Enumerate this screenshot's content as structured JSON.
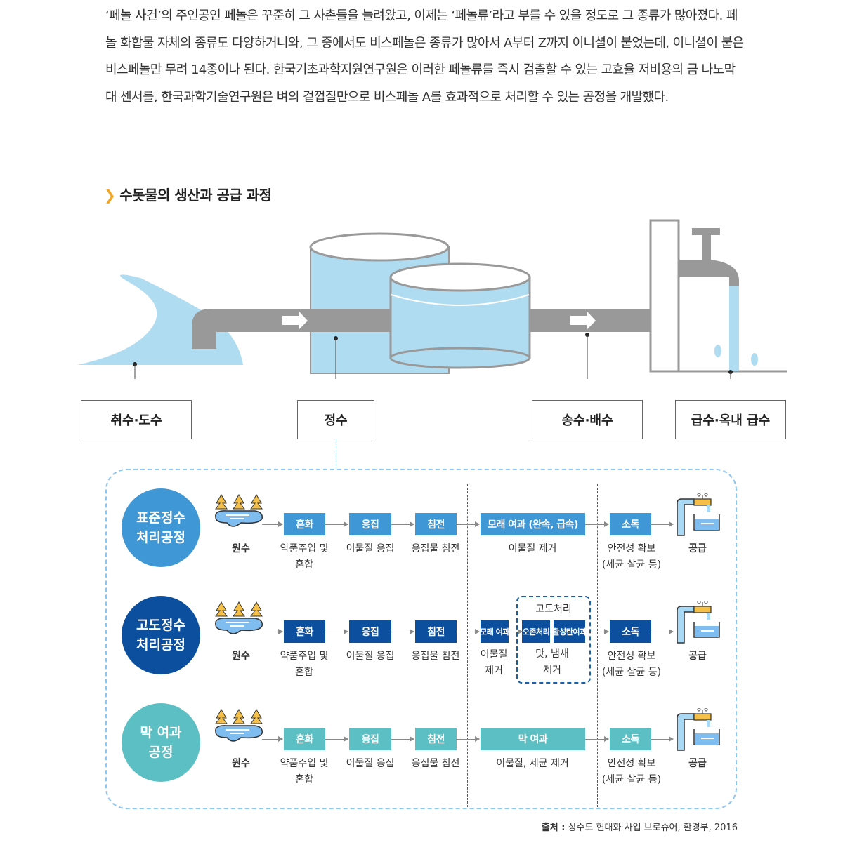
{
  "paragraph": "‘페놀 사건’의 주인공인 페놀은 꾸준히 그 사촌들을 늘려왔고, 이제는 ‘페놀류’라고 부를 수 있을 정도로 그 종류가 많아졌다. 페놀 화합물 자체의 종류도 다양하거니와, 그 중에서도 비스페놀은 종류가 많아서 A부터 Z까지 이니셜이 붙었는데, 이니셜이 붙은 비스페놀만 무려 14종이나 된다. 한국기초과학지원연구원은 이러한 페놀류를 즉시 검출할 수 있는 고효율 저비용의 금 나노막대 센서를, 한국과학기술연구원은 벼의 겉껍질만으로 비스페놀 A를 효과적으로 처리할 수 있는 공정을 개발했다.",
  "section_title": "수돗물의 생산과 공급 과정",
  "stages": [
    "취수·도수",
    "정수",
    "송수·배수",
    "급수·옥내 급수"
  ],
  "colors": {
    "standard": "#3f98d5",
    "advanced": "#0c4f9e",
    "membrane": "#5bbfc3",
    "accent": "#f5a623"
  },
  "rows": [
    {
      "title1": "표준정수",
      "title2": "처리공정",
      "source": "원수",
      "mix": "혼화",
      "coag": "응집",
      "sed": "침전",
      "filter": "모래 여과 (완속, 급속)",
      "dis": "소독",
      "supply": "공급",
      "d_mix1": "약품주입 및",
      "d_mix2": "혼합",
      "d_coag": "이물질 응집",
      "d_sed": "응집물 침전",
      "d_filter": "이물질 제거",
      "d_dis1": "안전성 확보",
      "d_dis2": "(세균 살균 등)"
    },
    {
      "title1": "고도정수",
      "title2": "처리공정",
      "source": "원수",
      "mix": "혼화",
      "coag": "응집",
      "sed": "침전",
      "filter": "모래 여과",
      "ozone": "오존처리",
      "carbon": "활성탄여과",
      "adv_title": "고도처리",
      "dis": "소독",
      "supply": "공급",
      "d_mix1": "약품주입 및",
      "d_mix2": "혼합",
      "d_coag": "이물질 응집",
      "d_sed": "응집물 침전",
      "d_filter1": "이물질",
      "d_filter2": "제거",
      "d_adv1": "맛, 냄새",
      "d_adv2": "제거",
      "d_dis1": "안전성 확보",
      "d_dis2": "(세균 살균 등)"
    },
    {
      "title1": "막 여과",
      "title2": "공정",
      "source": "원수",
      "mix": "혼화",
      "coag": "응집",
      "sed": "침전",
      "filter": "막 여과",
      "dis": "소독",
      "supply": "공급",
      "d_mix1": "약품주입 및",
      "d_mix2": "혼합",
      "d_coag": "이물질 응집",
      "d_sed": "응집물 침전",
      "d_filter": "이물질, 세균 제거",
      "d_dis1": "안전성 확보",
      "d_dis2": "(세균 살균 등)"
    }
  ],
  "source_label": "출처 :",
  "source_text": "상수도 현대화 사업 브로슈어, 환경부, 2016"
}
